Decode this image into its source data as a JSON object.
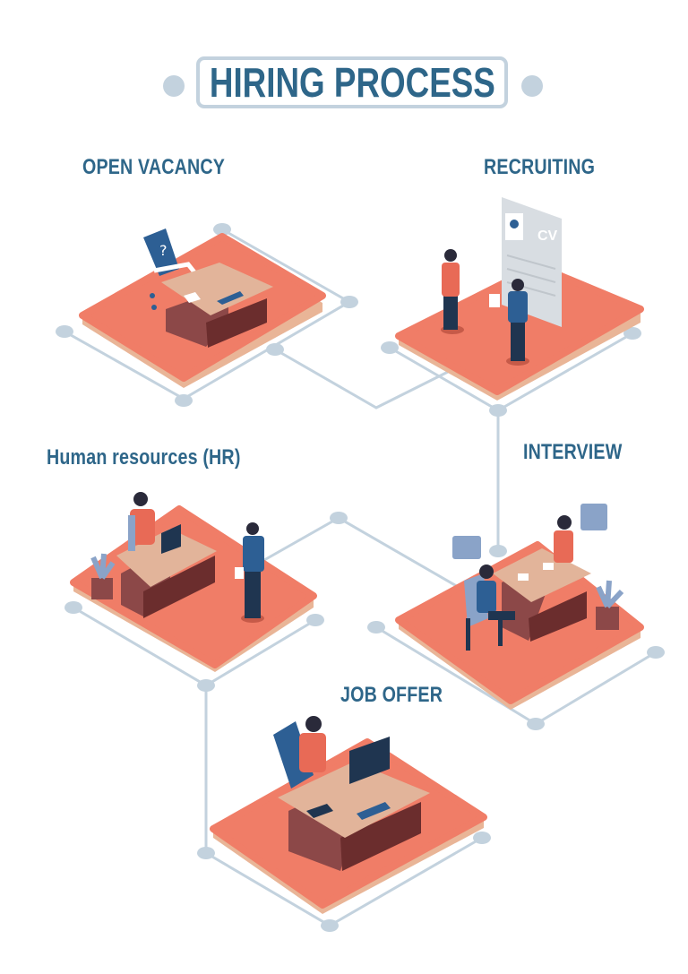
{
  "title": "HIRING PROCESS",
  "steps": [
    {
      "label": "OPEN VACANCY"
    },
    {
      "label": "RECRUITING"
    },
    {
      "label": "Human resources (HR)"
    },
    {
      "label": "INTERVIEW"
    },
    {
      "label": "JOB OFFER"
    }
  ],
  "illustration_text": {
    "question_mark": "?",
    "cv": "CV"
  },
  "colors": {
    "title": "#2e6689",
    "platform": "#f07d67",
    "platform_edge": "#e9b597",
    "connector": "#c3d2de",
    "desk_top": "#e2b49a",
    "desk_side": "#7a3a3a",
    "accent_blue": "#2d5f94"
  }
}
